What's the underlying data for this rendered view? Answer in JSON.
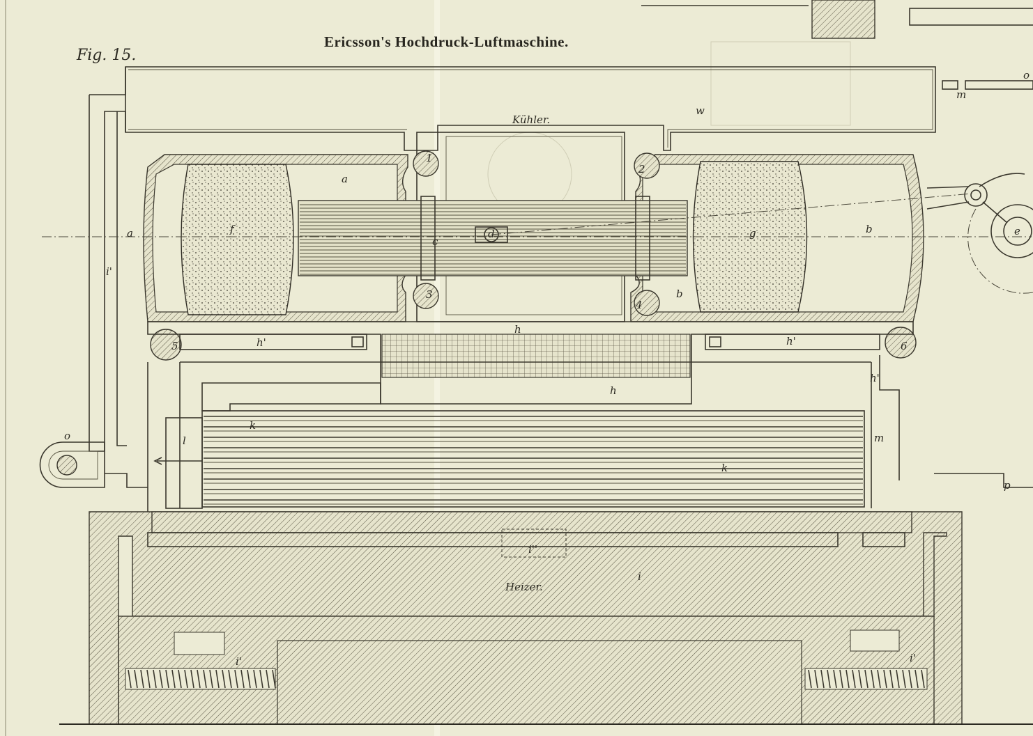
{
  "figure": {
    "fig_label": "Fig. 15.",
    "title": "Ericsson's Hochdruck-Luftmaschine.",
    "regions": {
      "cooler": "Kühler.",
      "heater": "Heizer."
    },
    "letters": {
      "a1": "a",
      "a2": "a",
      "b1": "b",
      "b2": "b",
      "c": "c",
      "d": "d",
      "e": "e",
      "f": "f",
      "g": "g",
      "h1": "h",
      "h2": "h",
      "h3": "h'",
      "h4": "h'",
      "h5": "h'",
      "i": "i",
      "i1": "i'",
      "i2": "i'",
      "i3": "i'",
      "i4": "i''",
      "k1": "k",
      "k2": "k",
      "l": "l",
      "m1": "m",
      "m2": "m",
      "o1": "o",
      "o2": "o",
      "p": "p",
      "w": "w",
      "v1": "1",
      "v2": "2",
      "v3": "3",
      "v4": "4",
      "v5": "5",
      "v6": "6"
    }
  }
}
